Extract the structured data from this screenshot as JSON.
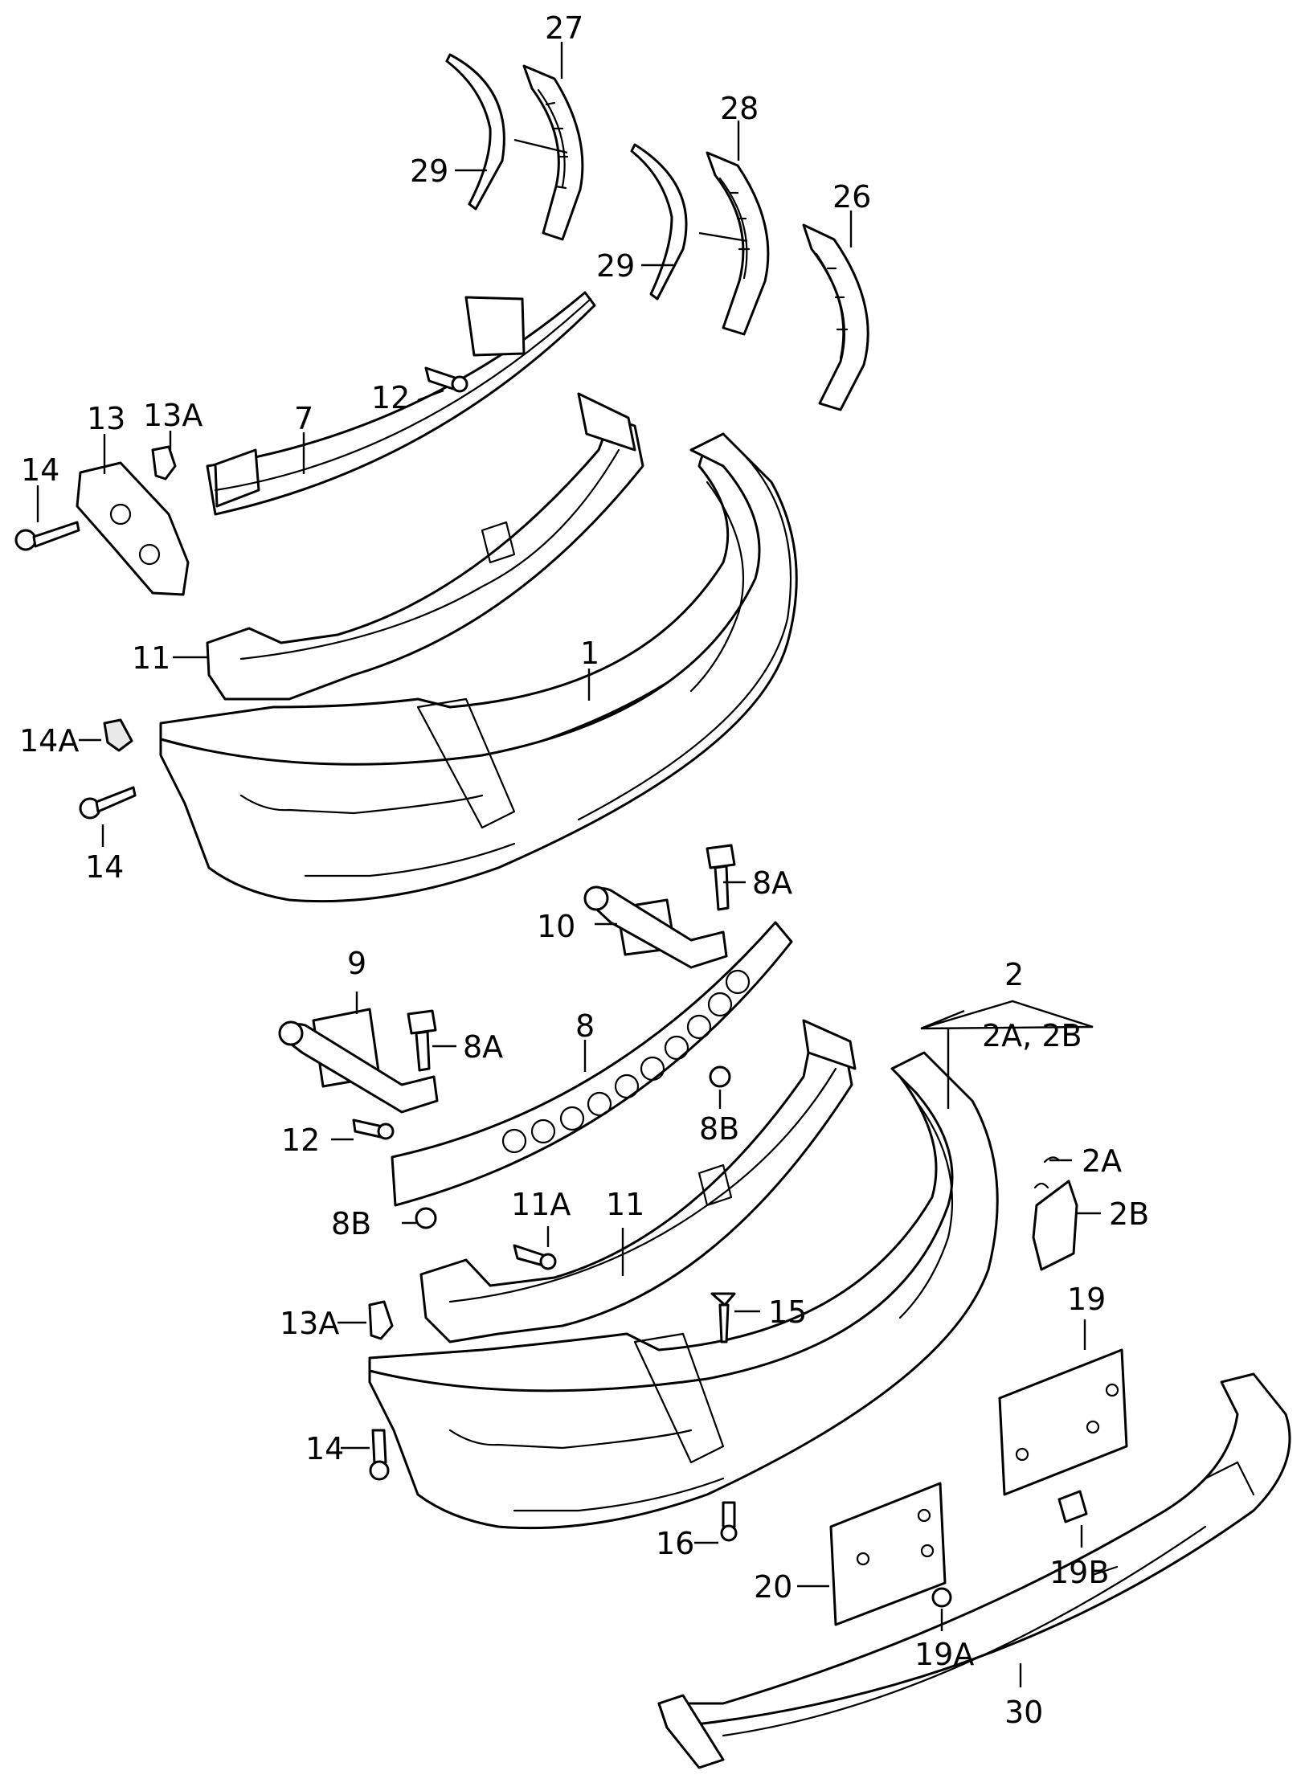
{
  "callouts": {
    "c27": "27",
    "c28": "28",
    "c26": "26",
    "c29a": "29",
    "c29b": "29",
    "c12a": "12",
    "c13": "13",
    "c13a_top": "13A",
    "c7": "7",
    "c14a": "14",
    "c11a": "11",
    "c1": "1",
    "c14a_clip": "14A",
    "c14b": "14",
    "c8a_top": "8A",
    "c10": "10",
    "c9": "9",
    "c8a_mid": "8A",
    "c8": "8",
    "c2": "2",
    "c2a2b": "2A, 2B",
    "c12b": "12",
    "c8b_a": "8B",
    "c2a": "2A",
    "c2b": "2B",
    "c8b_b": "8B",
    "c11a_bolt": "11A",
    "c11b": "11",
    "c13a_bot": "13A",
    "c15": "15",
    "c19": "19",
    "c14c": "14",
    "c16": "16",
    "c20": "20",
    "c19b": "19B",
    "c19a": "19A",
    "c30": "30"
  }
}
